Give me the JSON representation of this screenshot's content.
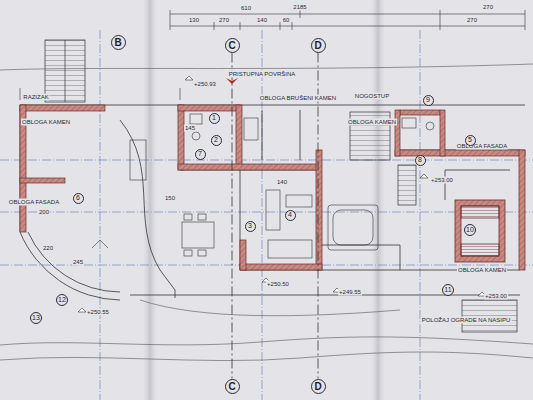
{
  "diagram": {
    "nodes": [
      {
        "text": [
          "B"
        ]
      },
      {
        "text": [
          "C"
        ]
      },
      {
        "text": [
          "D"
        ]
      },
      {
        "text": [
          "1"
        ]
      },
      {
        "text": [
          "9"
        ]
      },
      {
        "text": [
          "2"
        ]
      },
      {
        "text": [
          "7"
        ]
      },
      {
        "text": [
          "5"
        ]
      },
      {
        "text": [
          "8"
        ]
      },
      {
        "text": [
          "6"
        ]
      },
      {
        "text": [
          "4"
        ]
      },
      {
        "text": [
          "3"
        ]
      },
      {
        "text": [
          "10"
        ]
      },
      {
        "text": [
          "11"
        ]
      },
      {
        "text": [
          "12"
        ]
      },
      {
        "text": [
          "13"
        ]
      },
      {
        "text": [
          "C"
        ]
      },
      {
        "text": [
          "D"
        ]
      }
    ],
    "edges": [
      {
        "from": 1,
        "to": 16,
        "arrow": "none"
      },
      {
        "from": 2,
        "to": 17,
        "arrow": "none"
      }
    ],
    "labels": [
      "610",
      "2185",
      "270",
      "130",
      "270",
      "140",
      "60",
      "270",
      "PRISTUPNA POVRŠINA",
      "+250.93",
      "RAZIZAK",
      "OBLOGA KAMEN",
      "OBLOGA BRUŠENI KAMEN",
      "NOGOSTUP",
      "OBLOGA KAMEN",
      "OBLOGA FASADA",
      "145",
      "OBLOGA FASADA",
      "200",
      "150",
      "140",
      "+253.00",
      "220",
      "245",
      "OBLOGA KAMEN",
      "+250.50",
      "+249.55",
      "+253.00",
      "+250.55",
      "POLOŽAJ OGRADE NA NASIPU"
    ]
  }
}
